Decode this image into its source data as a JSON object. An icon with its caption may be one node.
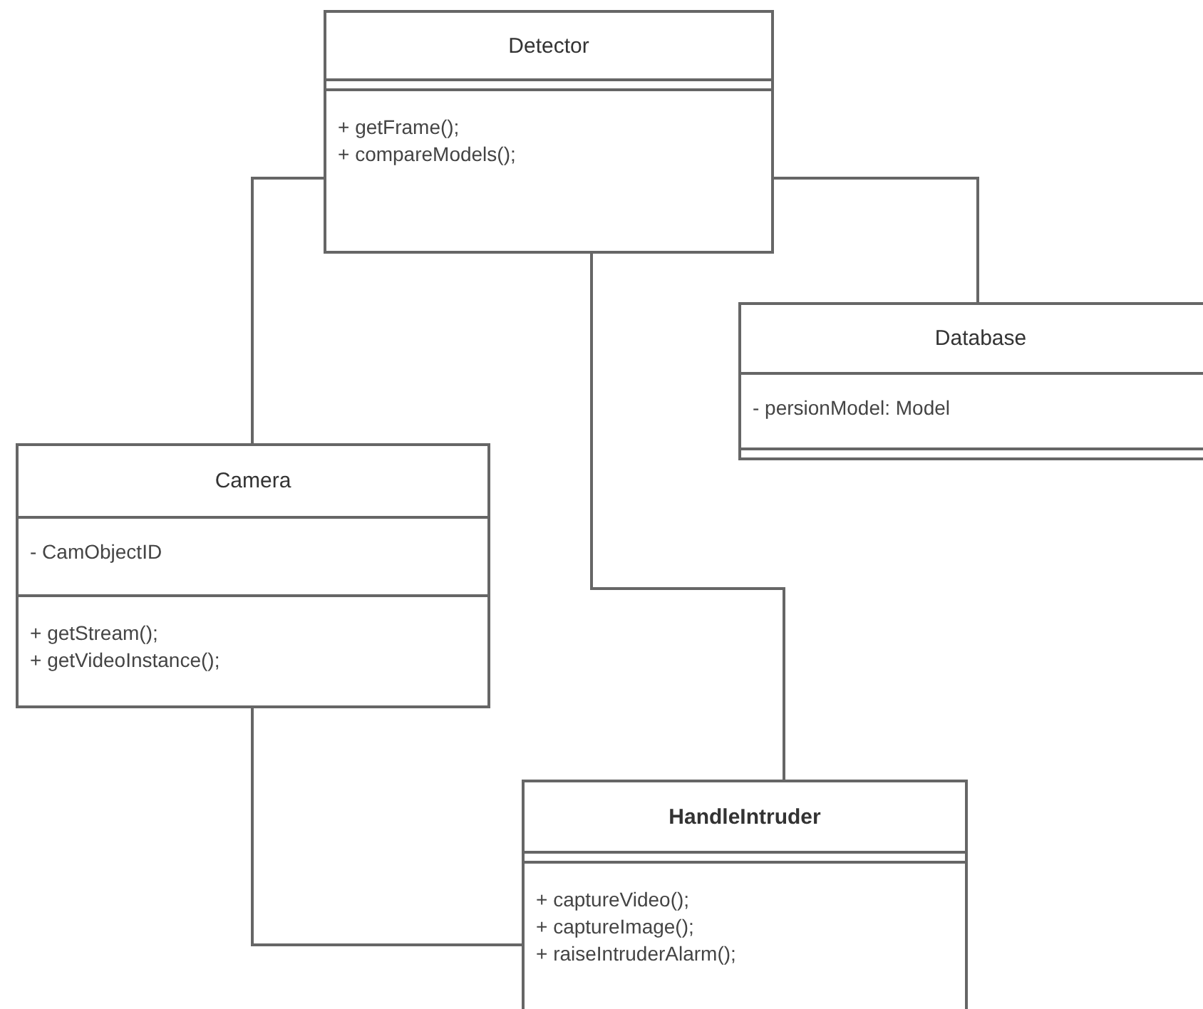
{
  "diagram": {
    "nodes": [
      {
        "text": [
          "Detector",
          "+ getFrame();",
          "+ compareModels();"
        ]
      },
      {
        "text": [
          "Database",
          "- persionModel: Model"
        ]
      },
      {
        "text": [
          "Camera",
          "- CamObjectID",
          "+ getStream();",
          "+ getVideoInstance();"
        ]
      },
      {
        "text": [
          "HandleIntruder",
          "+ captureVideo();",
          "+ captureImage();",
          "+ raiseIntruderAlarm();"
        ]
      }
    ],
    "edges": [
      {
        "from": 0,
        "to": 2,
        "arrow": "none"
      },
      {
        "from": 0,
        "to": 1,
        "arrow": "none"
      },
      {
        "from": 0,
        "to": 3,
        "arrow": "none"
      },
      {
        "from": 2,
        "to": 3,
        "arrow": "none"
      }
    ]
  }
}
